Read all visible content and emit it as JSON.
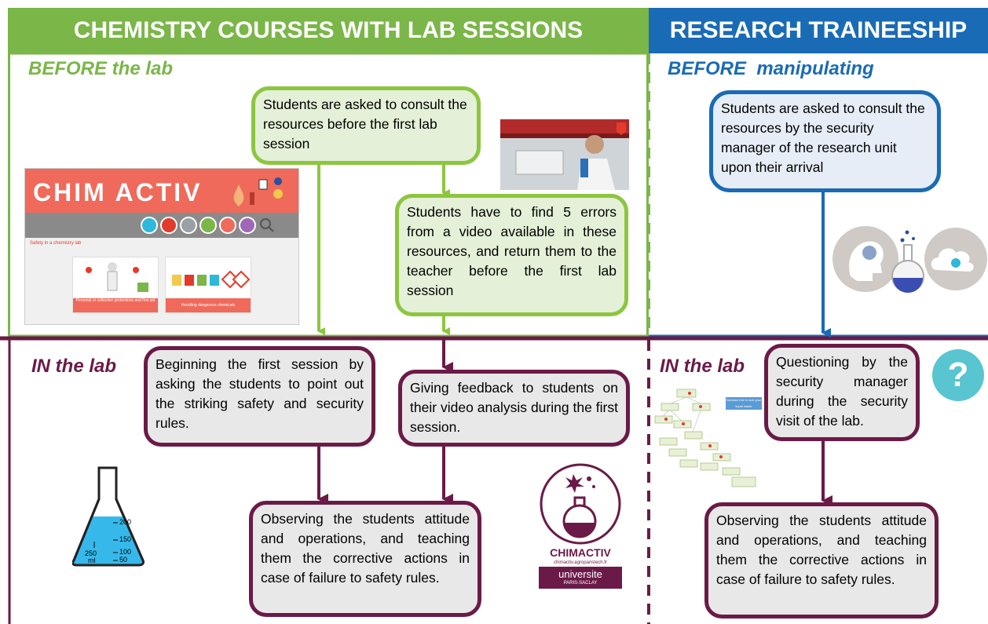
{
  "headers": {
    "left": "CHEMISTRY COURSES WITH LAB SESSIONS",
    "right": "RESEARCH TRAINEESHIP"
  },
  "sections": {
    "before_lab": "BEFORE the lab",
    "before_manipulating": "BEFORE  manipulating",
    "in_lab_left": "IN the lab",
    "in_lab_right": "IN the lab"
  },
  "boxes": {
    "consult_resources": "Students are asked to consult the resources before the first lab session",
    "find_errors": "Students have to find 5 errors from a video available in these resources, and return them to the teacher before the first lab session",
    "consult_security": "Students are asked to consult the resources by the security manager of the research unit upon their arrival",
    "beginning_session": "Beginning the first session by asking the students to point out the striking safety and security rules.",
    "giving_feedback": "Giving feedback to students on their video analysis during the first session.",
    "observing_left": "Observing the students attitude and operations, and teaching them the corrective actions in case of failure to safety rules.",
    "questioning": "Questioning by the security manager during the security visit of the lab.",
    "observing_right": "Observing the students attitude and operations, and teaching them the corrective actions in case of failure to safety rules."
  },
  "website": {
    "logo": "CHIM ACTIV",
    "page_title": "Safety in a chemistry lab",
    "card1": "Personal or collective protections and first aid",
    "card2": "Handling dangerous chemicals"
  },
  "flask_labels": [
    "200",
    "150",
    "100",
    "50",
    "250",
    "ml"
  ],
  "chimactiv_logo": {
    "name": "CHIMACTIV",
    "url": "chimactiv.agroparistech.fr",
    "university": "universite",
    "university_sub": "PARIS-SACLAY"
  },
  "decision_tree_title": "Decision tree to sort your liquid waste",
  "question_mark": "?",
  "colors": {
    "green": "#7ab648",
    "blue": "#1a6bb5",
    "purple": "#6b1a47"
  }
}
